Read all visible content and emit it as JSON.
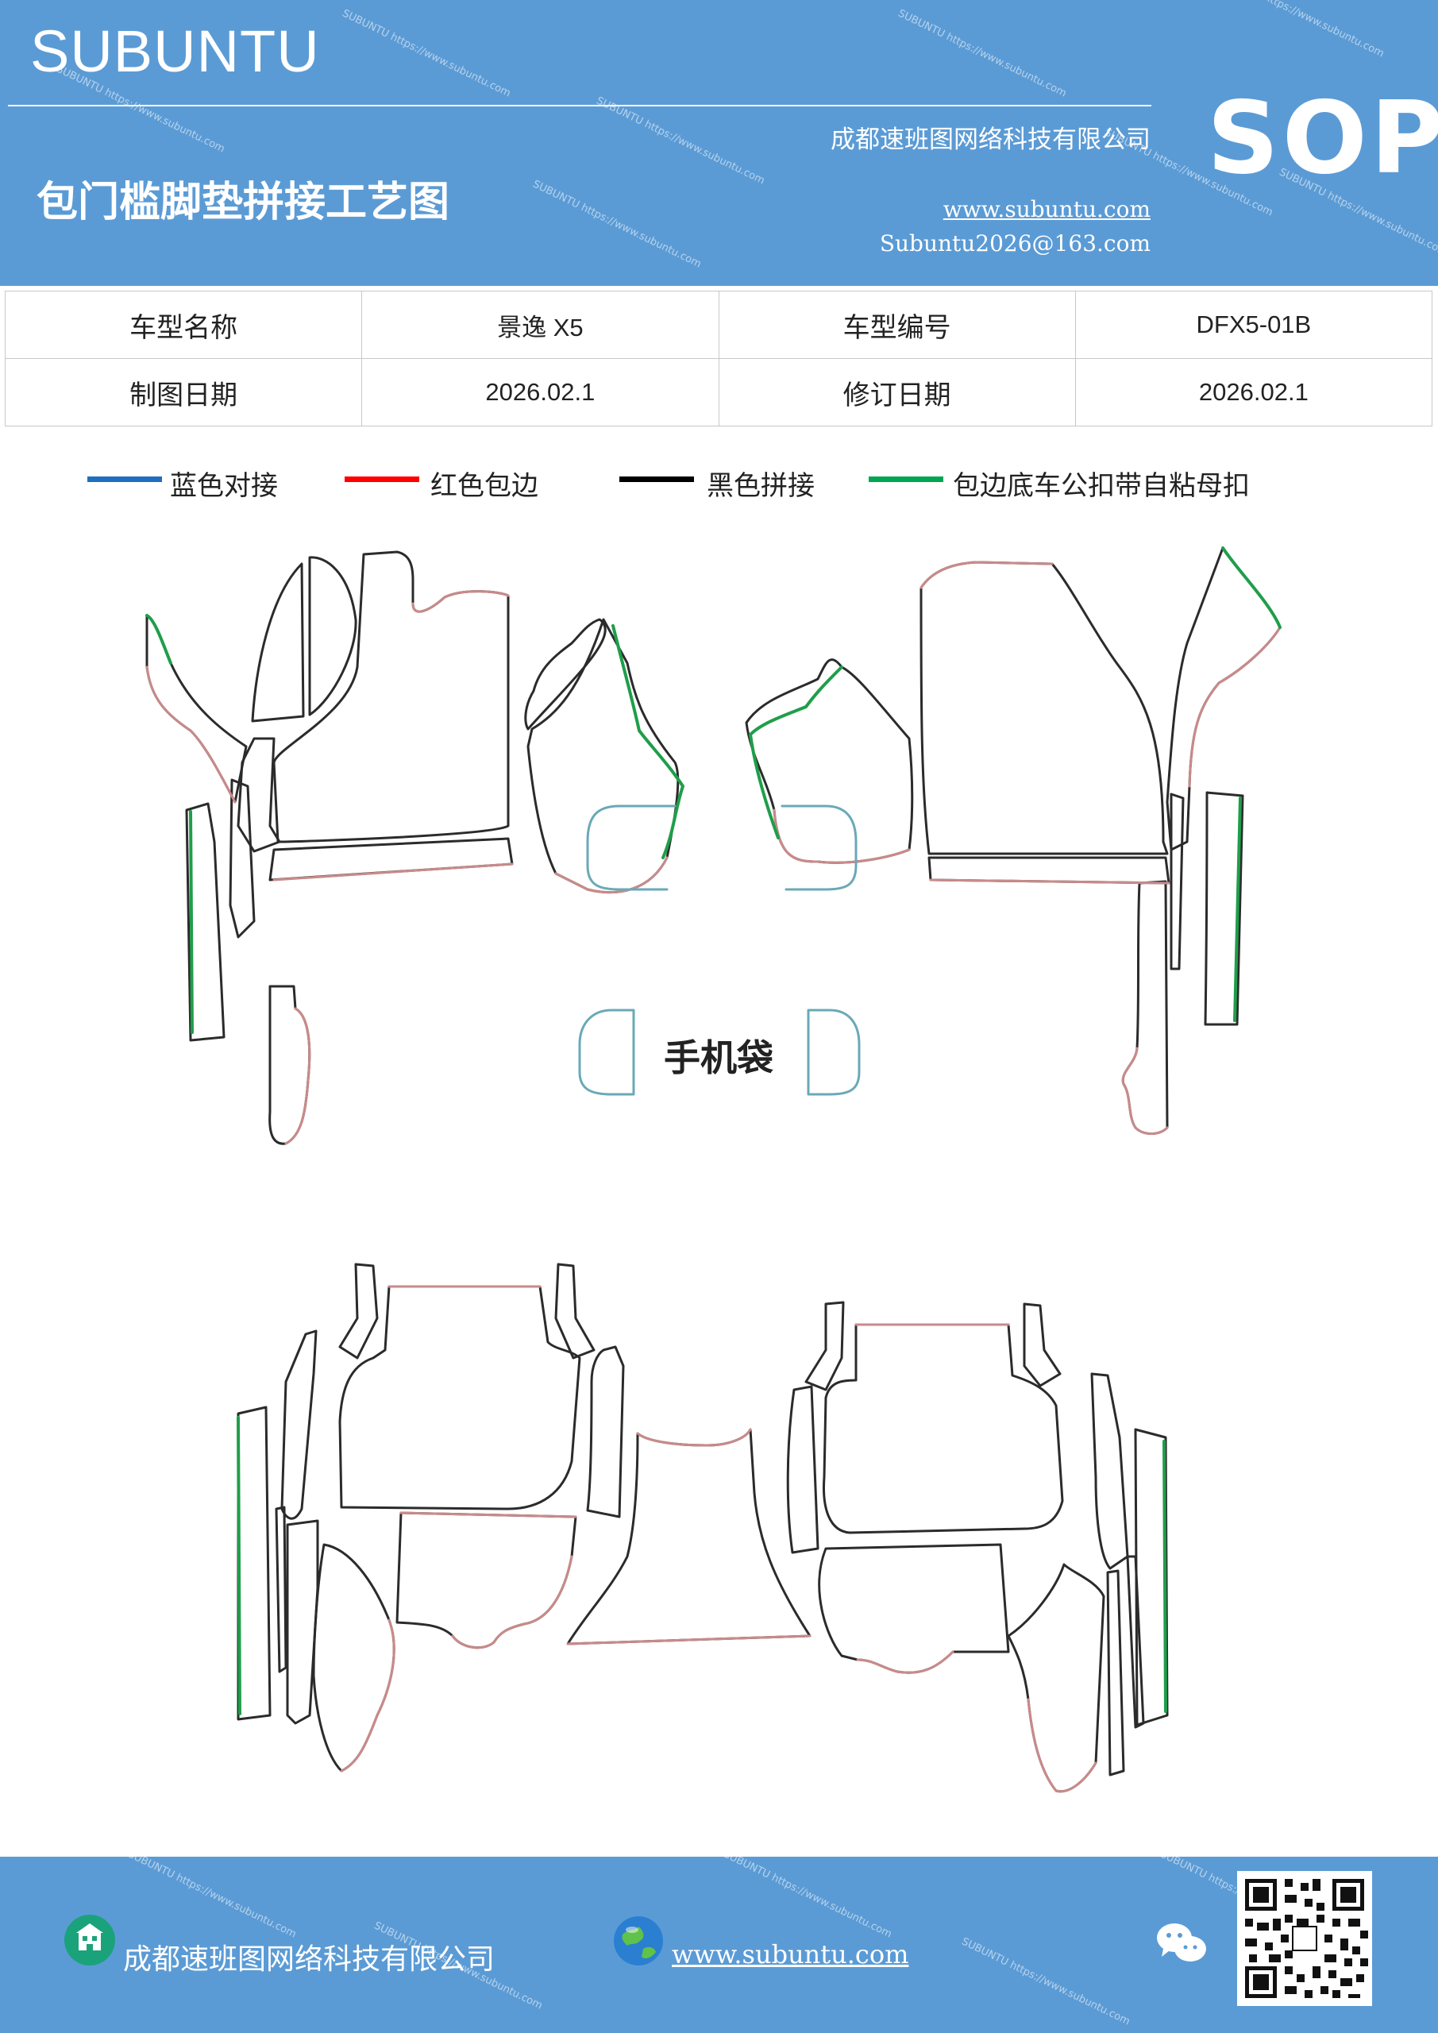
{
  "header": {
    "brand": "SUBUNTU",
    "title": "包门槛脚垫拼接工艺图",
    "company": "成都速班图网络科技有限公司",
    "website": "www.subuntu.com",
    "email": "Subuntu2026@163.com",
    "badge": "SOP"
  },
  "info": {
    "model_name_label": "车型名称",
    "model_name_value": "景逸 X5",
    "model_code_label": "车型编号",
    "model_code_value": "DFX5-01B",
    "draw_date_label": "制图日期",
    "draw_date_value": "2026.02.1",
    "revise_date_label": "修订日期",
    "revise_date_value": "2026.02.1"
  },
  "legend": [
    {
      "label": "蓝色对接",
      "color": "#1f6fbf"
    },
    {
      "label": "红色包边",
      "color": "#ff0000"
    },
    {
      "label": "黑色拼接",
      "color": "#000000"
    },
    {
      "label": "包边底车公扣带自粘母扣",
      "color": "#00a651"
    }
  ],
  "diagram": {
    "phone_bag_label": "手机袋",
    "colors": {
      "black": "#2b2b2b",
      "red": "#c98a8a",
      "green": "#1f9e4a",
      "blue": "#6aa9b7"
    }
  },
  "footer": {
    "company": "成都速班图网络科技有限公司",
    "website": "www.subuntu.com"
  },
  "watermark_text": "SUBUNTU https://www.subuntu.com"
}
